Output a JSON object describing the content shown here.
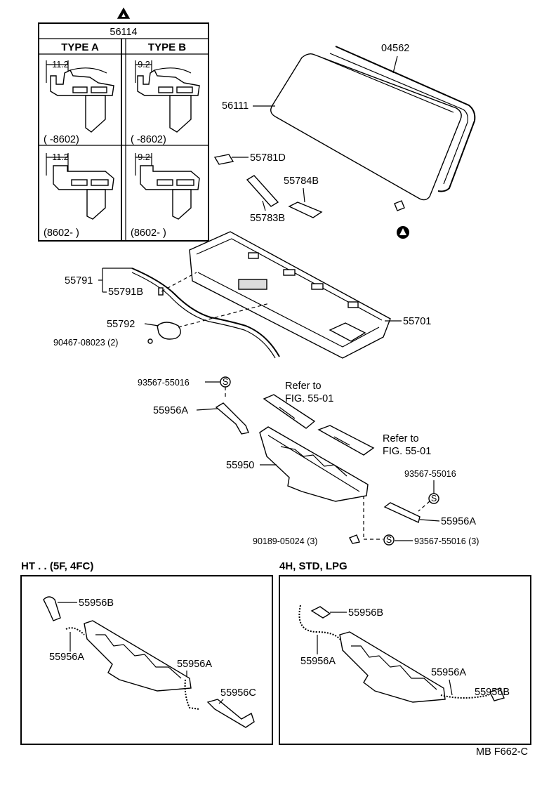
{
  "callouts": {
    "p56114": "56114",
    "type_a": "TYPE A",
    "type_b": "TYPE B",
    "dim_a1": "11.2",
    "dim_b1": "9.2",
    "dim_a2": "11.2",
    "dim_b2": "9.2",
    "range_a1": "(      -8602)",
    "range_b1": "(      -8602)",
    "range_a2": "(8602-      )",
    "range_b2": "(8602-      )",
    "p04562": "04562",
    "p56111": "56111",
    "p55781D": "55781D",
    "p55784B": "55784B",
    "p55783B": "55783B",
    "p55791": "55791",
    "p55791B": "55791B",
    "p55701": "55701",
    "p55792": "55792",
    "p90467": "90467-08023 (2)",
    "p93567_top": "93567-55016",
    "s_mark": "S",
    "p55956A_left": "55956A",
    "refer1_line1": "Refer to",
    "refer1_line2": "FIG. 55-01",
    "refer2_line1": "Refer to",
    "refer2_line2": "FIG. 55-01",
    "p55950": "55950",
    "p93567_right": "93567-55016",
    "p55956A_right": "55956A",
    "p90189": "90189-05024 (3)",
    "p93567_bottom": "93567-55016 (3)"
  },
  "panel_ht": {
    "title": "HT . . (5F, 4FC)",
    "l1": "55956B",
    "l2": "55956A",
    "l3": "55956A",
    "l4": "55956C"
  },
  "panel_4h": {
    "title": "4H, STD, LPG",
    "l1": "55956B",
    "l2": "55956A",
    "l3": "55956A",
    "l4": "55956B"
  },
  "footer": {
    "code": "MB  F662-C"
  }
}
